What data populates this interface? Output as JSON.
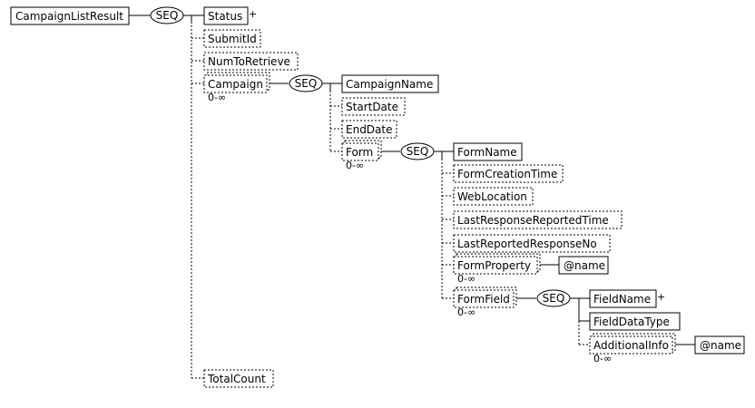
{
  "diagram": {
    "root": "CampaignListResult",
    "seq_label": "SEQ",
    "nodes": {
      "status": "Status",
      "status_mark": "+",
      "submit_id": "SubmitId",
      "num_to_retrieve": "NumToRetrieve",
      "campaign": "Campaign",
      "campaign_card": "0-∞",
      "campaign_name": "CampaignName",
      "start_date": "StartDate",
      "end_date": "EndDate",
      "form": "Form",
      "form_card": "0-∞",
      "form_name": "FormName",
      "form_creation_time": "FormCreationTime",
      "web_location": "WebLocation",
      "last_response_reported_time": "LastResponseReportedTime",
      "last_reported_response_no": "LastReportedResponseNo",
      "form_property": "FormProperty",
      "form_property_card": "0-∞",
      "form_property_attr": "@name",
      "form_field": "FormField",
      "form_field_card": "0-∞",
      "field_name": "FieldName",
      "field_name_mark": "+",
      "field_data_type": "FieldDataType",
      "additional_info": "AdditionalInfo",
      "additional_info_card": "0-∞",
      "additional_info_attr": "@name",
      "total_count": "TotalCount"
    }
  }
}
